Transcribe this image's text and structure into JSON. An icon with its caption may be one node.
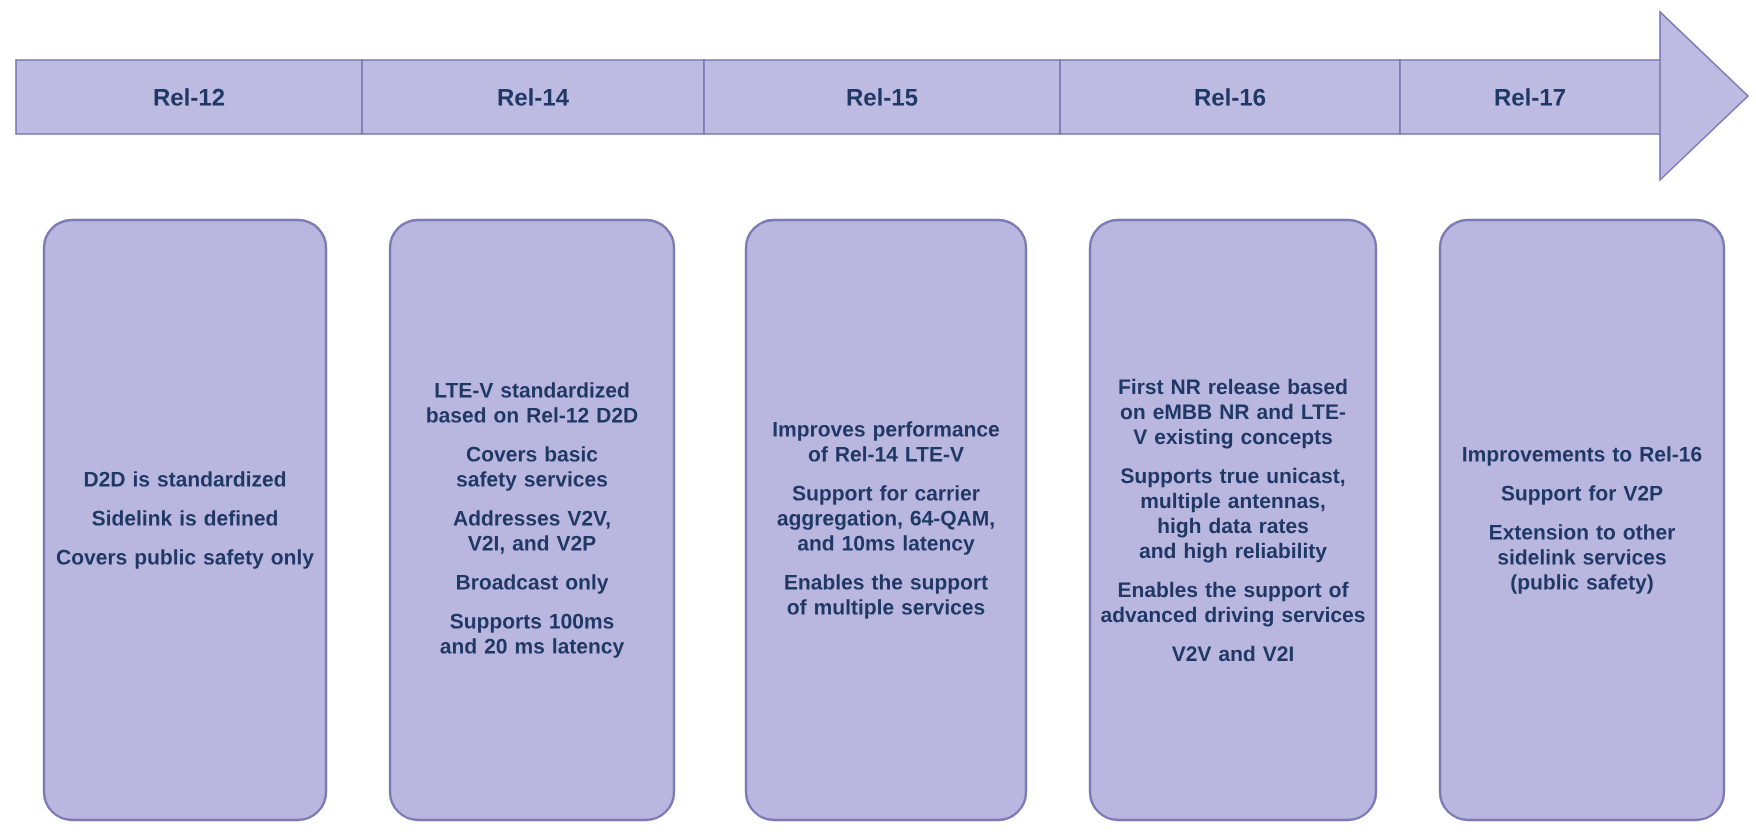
{
  "diagram": {
    "nodes": [
      {
        "text": [
          "Rel-12"
        ]
      },
      {
        "text": [
          "Rel-14"
        ]
      },
      {
        "text": [
          "Rel-15"
        ]
      },
      {
        "text": [
          "Rel-16"
        ]
      },
      {
        "text": [
          "Rel-17"
        ]
      },
      {
        "text": [
          "D2D is standardized",
          "Sidelink is defined",
          "Covers public safety only"
        ]
      },
      {
        "text": [
          "LTE-V standardized based on Rel-12 D2D",
          "Covers basic safety services",
          "Addresses V2V, V2I, and V2P",
          "Broadcast only",
          "Supports 100ms and 20 ms latency"
        ]
      },
      {
        "text": [
          "Improves performance of Rel-14 LTE-V",
          "Support for carrier aggregation, 64-QAM, and 10ms latency",
          "Enables the support of multiple services"
        ]
      },
      {
        "text": [
          "First NR release based on eMBB NR and LTE-V existing concepts",
          "Supports true unicast, multiple antennas, high data rates and high reliability",
          "Enables the support of advanced driving services",
          "V2V and V2I"
        ]
      },
      {
        "text": [
          "Improvements to Rel-16",
          "Support for V2P",
          "Extension to other sidelink services (public safety)"
        ]
      }
    ]
  }
}
